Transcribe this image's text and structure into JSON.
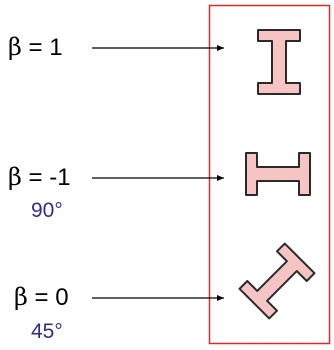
{
  "rows": [
    {
      "symbol": "β",
      "equation": "= 1",
      "angle_label": "",
      "shape": "i-beam-vertical"
    },
    {
      "symbol": "β",
      "equation": "= -1",
      "angle_label": "90°",
      "shape": "i-beam-horizontal"
    },
    {
      "symbol": "β",
      "equation": "= 0",
      "angle_label": "45°",
      "shape": "i-beam-diagonal"
    }
  ],
  "colors": {
    "frame": "#d92b2b",
    "shape_fill": "#f7c4c4",
    "shape_stroke": "#2a2a2a",
    "arrow": "#000000",
    "angle_text": "#2e2e8f"
  }
}
